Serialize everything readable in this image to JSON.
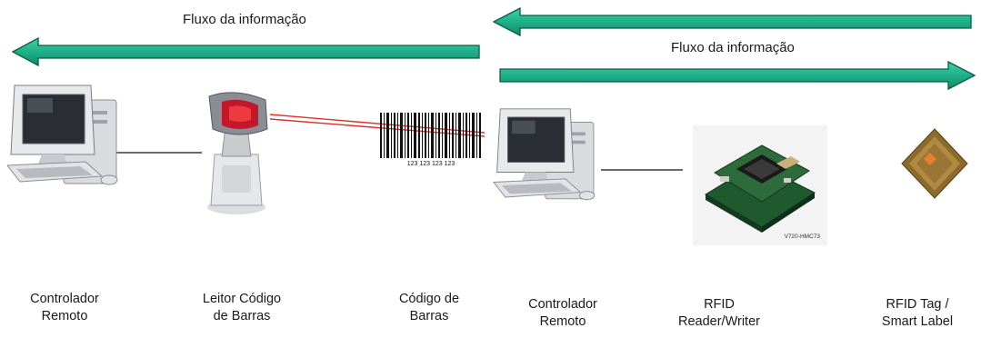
{
  "left_flow": {
    "label": "Fluxo da informação",
    "direction": "left"
  },
  "right_flow": {
    "label": "Fluxo da informação",
    "directions": [
      "left",
      "right"
    ]
  },
  "arrow_color": "#1fb089",
  "arrow_outline": "#0a5d47",
  "laser_color": "#e0302a",
  "captions": {
    "remote1": {
      "line1": "Controlador",
      "line2": "Remoto"
    },
    "scanner": {
      "line1": "Leitor Código",
      "line2": "de Barras"
    },
    "barcode": {
      "line1": "Código de",
      "line2": "Barras"
    },
    "remote2": {
      "line1": "Controlador",
      "line2": "Remoto"
    },
    "rfid_reader": {
      "line1": "RFID",
      "line2": "Reader/Writer"
    },
    "rfid_tag": {
      "line1": "RFID Tag /",
      "line2": "Smart Label"
    }
  },
  "barcode_digits": "123 123 123 123",
  "board_model": "V720-HMC73",
  "icons": [
    "computer-icon",
    "barcode-scanner-icon",
    "barcode-icon",
    "rfid-reader-board-icon",
    "rfid-tag-icon"
  ]
}
